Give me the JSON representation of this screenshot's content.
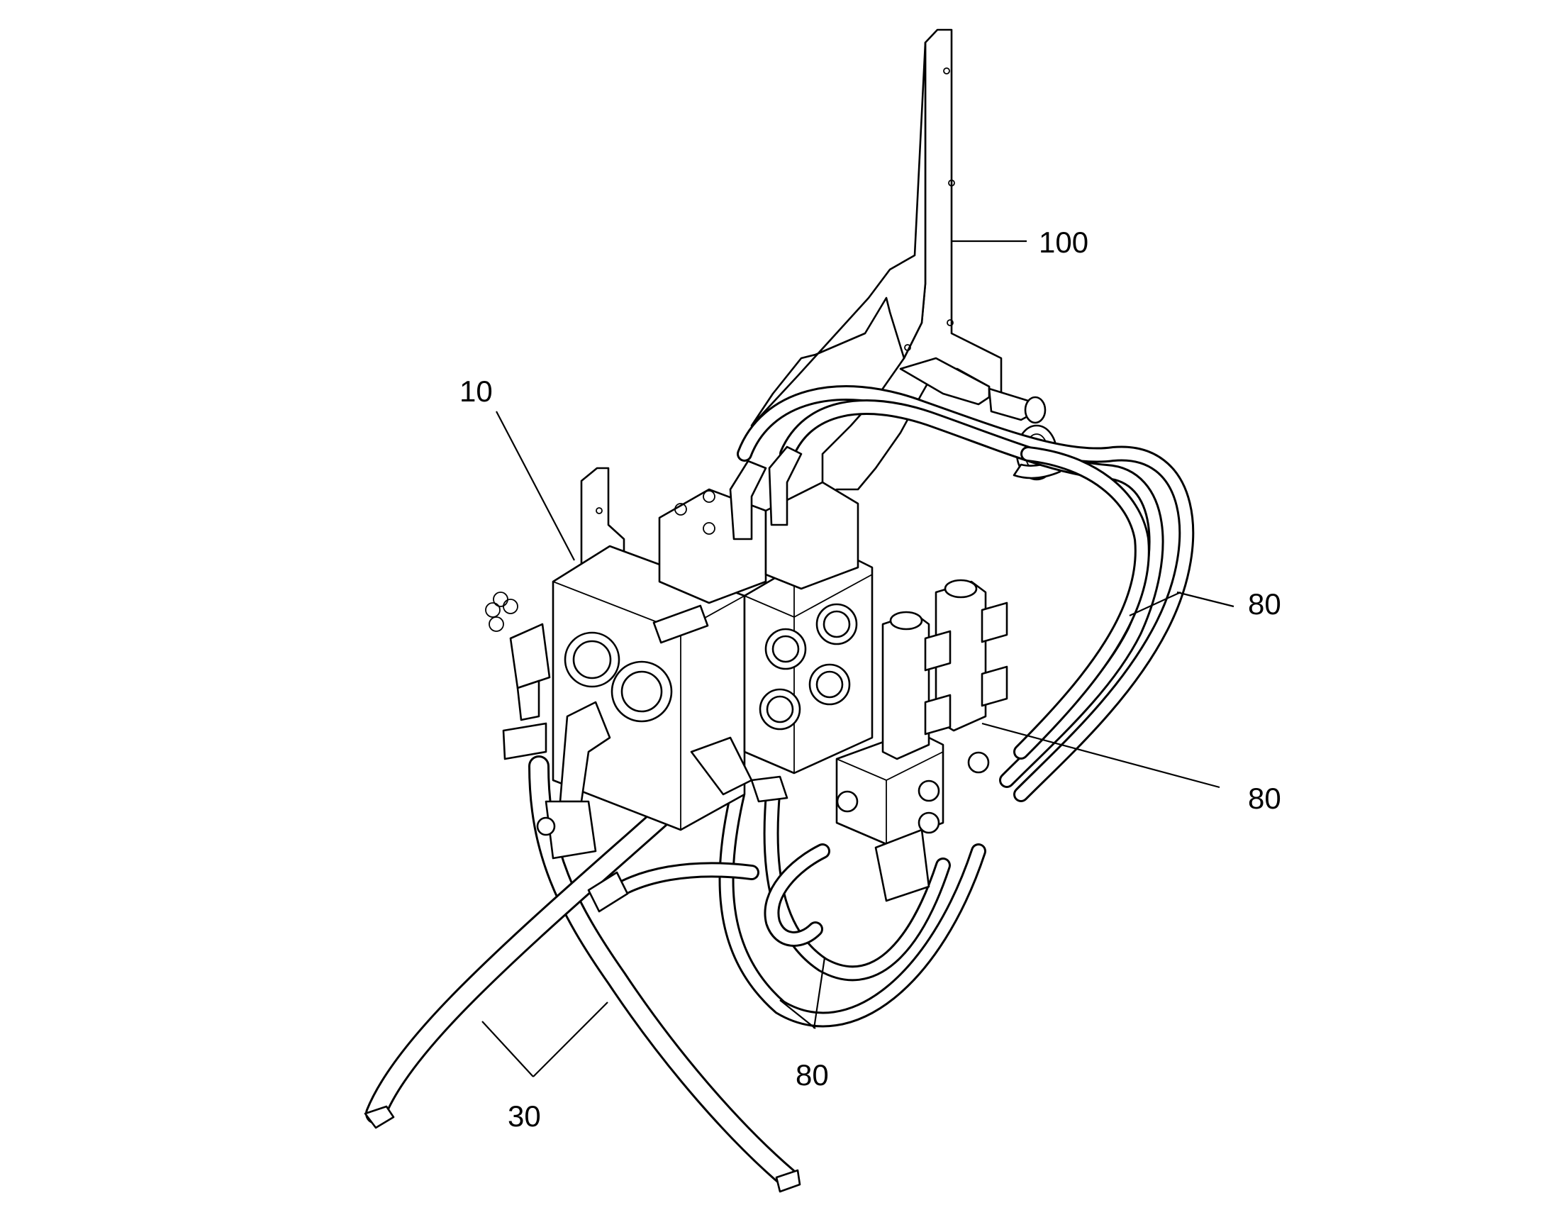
{
  "figure": {
    "parts": [
      {
        "id": "bracket",
        "ref": "100"
      },
      {
        "id": "valve-block",
        "ref": "10"
      },
      {
        "id": "hoses-right",
        "ref": "80"
      },
      {
        "id": "hoses-solenoid",
        "ref": "80"
      },
      {
        "id": "hoses-bottom",
        "ref": "80"
      },
      {
        "id": "main-hoses",
        "ref": "30"
      }
    ]
  }
}
